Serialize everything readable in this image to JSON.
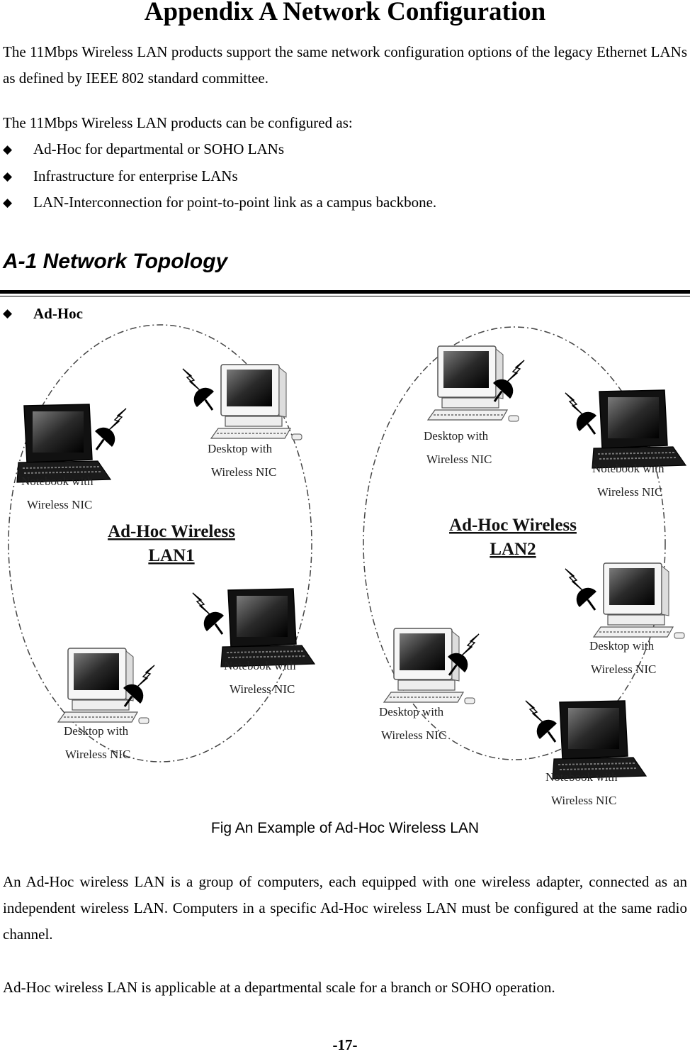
{
  "title": "Appendix A Network Configuration",
  "intro": "The 11Mbps Wireless LAN products support the same network configuration options of the legacy Ethernet LANs as defined by IEEE 802 standard committee.",
  "config_lead": "The 11Mbps Wireless LAN products can be configured as:",
  "bullet_glyph": "◆",
  "config_options": [
    "Ad-Hoc for departmental or SOHO LANs",
    "Infrastructure for enterprise LANs",
    "LAN-Interconnection for point-to-point link as a campus backbone."
  ],
  "section_title": "A-1 Network Topology",
  "subsection": "Ad-Hoc",
  "diagram": {
    "lan1": {
      "line1": "Ad-Hoc Wireless",
      "line2": "LAN1"
    },
    "lan2": {
      "line1": "Ad-Hoc Wireless",
      "line2": "LAN2"
    },
    "desktop": {
      "line1": "Desktop with",
      "line2": "Wireless NIC"
    },
    "notebook": {
      "line1": "Notebook with",
      "line2": "Wireless NIC"
    }
  },
  "caption": "Fig An Example of Ad-Hoc Wireless LAN",
  "body": [
    "An Ad-Hoc wireless LAN is a group of computers, each equipped with one wireless adapter, connected as an independent wireless LAN.  Computers in a specific Ad-Hoc wireless LAN must be configured at the same radio channel.",
    "Ad-Hoc wireless LAN is applicable at a departmental scale for a branch or SOHO operation."
  ],
  "page_number": "-17-"
}
